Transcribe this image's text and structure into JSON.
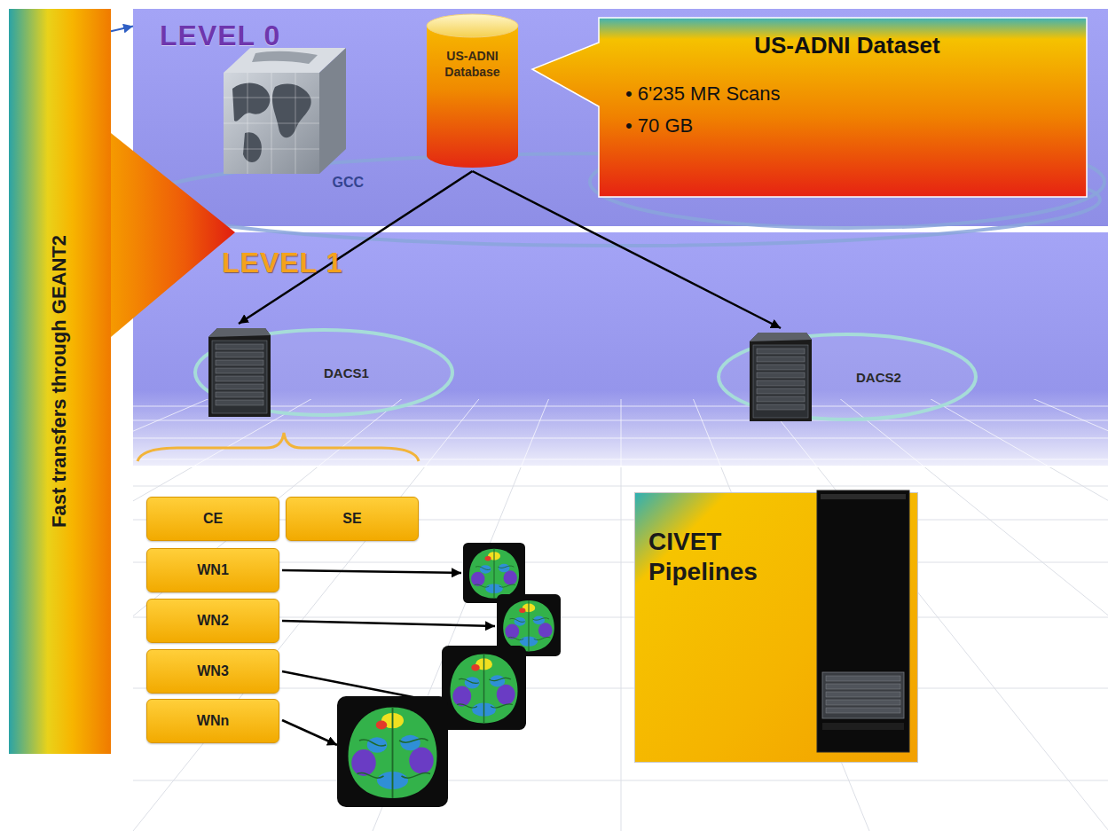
{
  "diagram": {
    "nodes": [
      {
        "text": [
          "Fast transfers through GEANT2"
        ]
      },
      {
        "text": [
          "LEVEL 0"
        ]
      },
      {
        "text": [
          "GCC"
        ],
        "in": 1
      },
      {
        "text": [
          "US-ADNI Database"
        ],
        "in": 1
      },
      {
        "text": [
          "US-ADNI Dataset",
          "• 6'235 MR Scans",
          "• 70 GB"
        ],
        "in": 1
      },
      {
        "text": [
          "LEVEL 1"
        ]
      },
      {
        "text": [
          "DACS1"
        ],
        "in": 5
      },
      {
        "text": [
          "DACS2"
        ],
        "in": 5
      },
      {
        "text": [
          "CE"
        ]
      },
      {
        "text": [
          "SE"
        ]
      },
      {
        "text": [
          "WN1"
        ]
      },
      {
        "text": [
          "WN2"
        ]
      },
      {
        "text": [
          "WN3"
        ]
      },
      {
        "text": [
          "WNn"
        ]
      },
      {
        "text": [
          "CIVET Pipelines"
        ]
      }
    ],
    "edges": [
      {
        "from": 0,
        "to": 1,
        "arrow": "to"
      },
      {
        "from": 3,
        "to": 6,
        "arrow": "to"
      },
      {
        "from": 3,
        "to": 7,
        "arrow": "to"
      }
    ]
  }
}
